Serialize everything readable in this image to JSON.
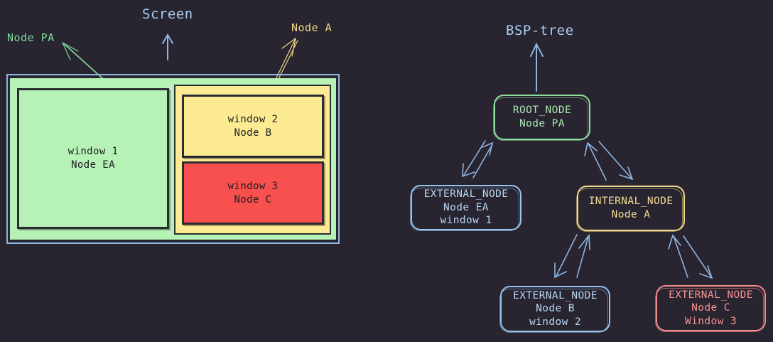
{
  "colors": {
    "background": "#282430",
    "accent_blue": "#a8cdf0",
    "green_fill": "#b6f2b6",
    "yellow_fill": "#fceb93",
    "red_fill": "#f7504f",
    "green_stroke": "#8ee09a",
    "yellow_stroke": "#f0d98a",
    "blue_stroke": "#95c5ee",
    "red_stroke": "#f48b8b",
    "label_green": "#7fd99b",
    "label_yellow": "#f0d98a",
    "window_border": "#2b2b33"
  },
  "screen": {
    "title": "Screen",
    "annotations": {
      "node_pa": "Node PA",
      "node_a": "Node A"
    },
    "windows": [
      {
        "name": "window-1",
        "line1": "window 1",
        "line2": "Node EA",
        "fill": "#b6f2b6"
      },
      {
        "name": "window-2",
        "line1": "window 2",
        "line2": "Node B",
        "fill": "#fceb93"
      },
      {
        "name": "window-3",
        "line1": "window 3",
        "line2": "Node C",
        "fill": "#f7504f"
      }
    ]
  },
  "tree": {
    "title": "BSP-tree",
    "nodes": [
      {
        "id": "root-node",
        "line1": "ROOT_NODE",
        "line2": "Node PA",
        "line3": "",
        "color": "#8ee09a"
      },
      {
        "id": "ext-node-ea",
        "line1": "EXTERNAL_NODE",
        "line2": "Node EA",
        "line3": "window 1",
        "color": "#95c5ee"
      },
      {
        "id": "internal-node-a",
        "line1": "INTERNAL_NODE",
        "line2": "Node A",
        "line3": "",
        "color": "#f0d98a"
      },
      {
        "id": "ext-node-b",
        "line1": "EXTERNAL_NODE",
        "line2": "Node B",
        "line3": "window 2",
        "color": "#95c5ee"
      },
      {
        "id": "ext-node-c",
        "line1": "EXTERNAL_NODE",
        "line2": "Node C",
        "line3": "Window 3",
        "color": "#f48b8b"
      }
    ]
  }
}
